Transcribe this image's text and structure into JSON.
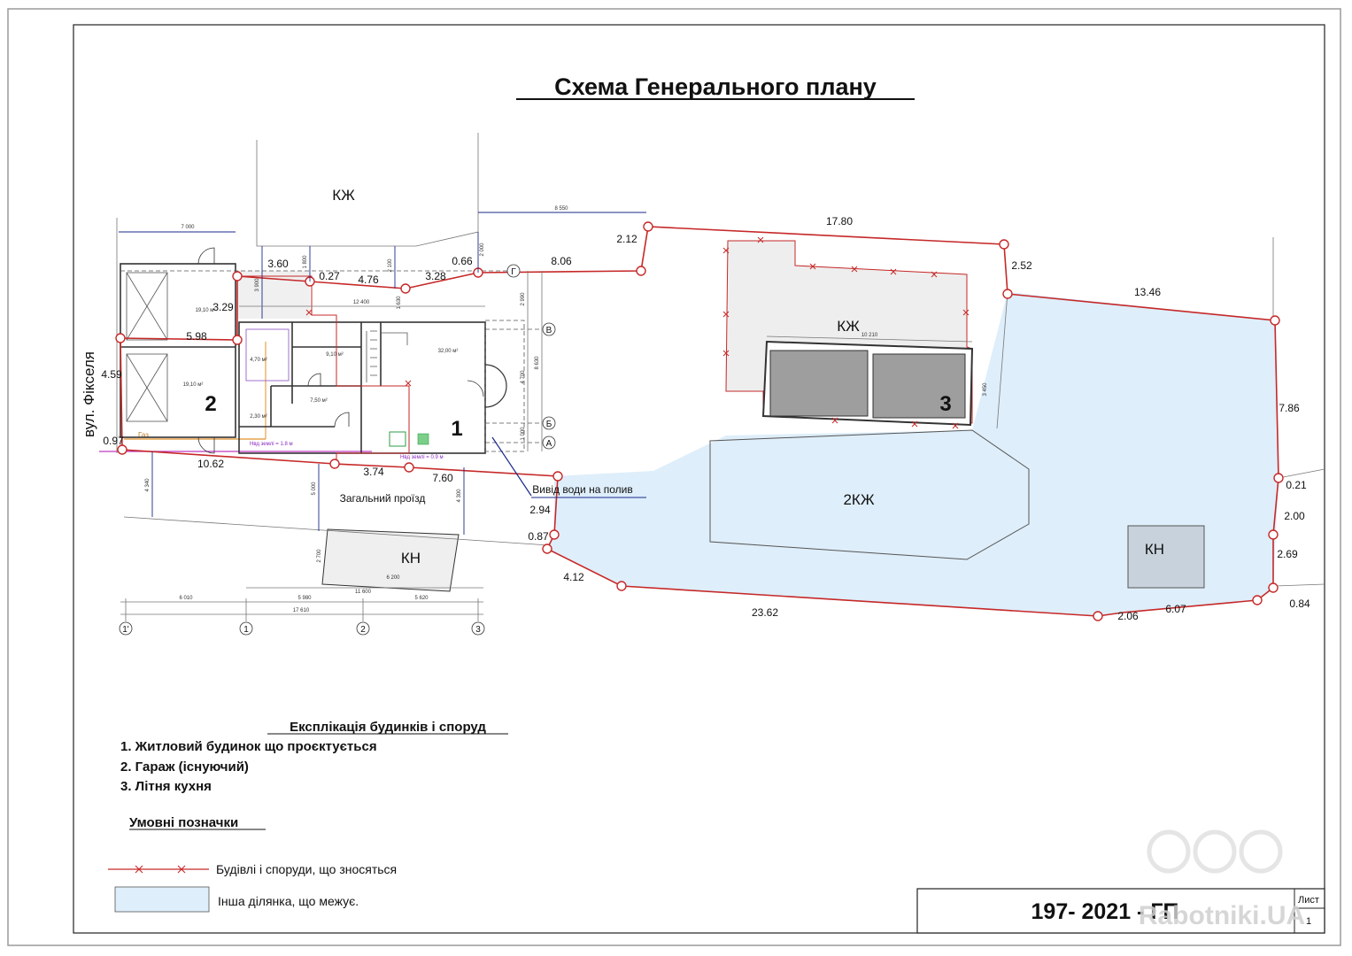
{
  "title": "Схема Генерального плану",
  "zones": {
    "kzh_top": "КЖ",
    "kzh_right": "КЖ",
    "kzh_2": "2КЖ",
    "kn_left": "КН",
    "kn_right": "КН",
    "street": "вул. Фікселя",
    "common_passage": "Загальний проїзд",
    "water_outlet": "Вивід води на полив",
    "gas": "Газ"
  },
  "buildings": {
    "b1": "1",
    "b2": "2",
    "b3": "3"
  },
  "boundary_dims": {
    "d_097": "0.97",
    "d_459": "4.59",
    "d_598": "5.98",
    "d_329": "3.29",
    "d_360": "3.60",
    "d_027": "0.27",
    "d_476": "4.76",
    "d_328": "3.28",
    "d_066": "0.66",
    "d_806": "8.06",
    "d_212": "2.12",
    "d_1780": "17.80",
    "d_252": "2.52",
    "d_1346": "13.46",
    "d_786": "7.86",
    "d_021": "0.21",
    "d_200": "2.00",
    "d_269": "2.69",
    "d_084": "0.84",
    "d_607": "6.07",
    "d_206": "2.06",
    "d_2362": "23.62",
    "d_412": "4.12",
    "d_087": "0.87",
    "d_294": "2.94",
    "d_760": "7.60",
    "d_374": "3.74",
    "d_1062": "10.62"
  },
  "plan_dims": {
    "p_7000": "7 000",
    "p_8550": "8 550",
    "p_12400": "12 400",
    "p_10210": "10 210",
    "p_4340": "4 340",
    "p_5000": "5 000",
    "p_4300": "4 300",
    "p_2700": "2 700",
    "p_6200": "6 200",
    "p_11600": "11 600",
    "p_6010": "6 010",
    "p_5980": "5 980",
    "p_5620": "5 620",
    "p_17610": "17 610",
    "p_3450": "3 450",
    "p_1800": "1 800",
    "p_2100": "2 100",
    "p_2000": "2 000",
    "p_3900": "3 900",
    "p_1630": "1 630",
    "p_2990": "2 990",
    "p_4700": "4 700",
    "p_8630": "8 630",
    "p_1000": "1 000"
  },
  "rooms": {
    "r1": "19,10 м²",
    "r2": "19,10 м²",
    "r3": "9,10 м²",
    "r4": "32,00 м²",
    "r5": "7,50 м²",
    "r6": "2,30 м²",
    "r7": "4,70 м²",
    "r8": "Hвд землі = 1.8 м",
    "r9": "Hвд землі = 0.9 м"
  },
  "axes": {
    "a1p": "1'",
    "a1": "1",
    "a2": "2",
    "a3": "3",
    "aG": "Г",
    "aV": "В",
    "aB": "Б",
    "aA": "А"
  },
  "legend": {
    "heading": "Експлікація будинків і споруд",
    "items": [
      "1. Житловий будинок що проєктується",
      "2. Гараж (існуючий)",
      "3. Літня кухня"
    ],
    "symbols_heading": "Умовні позначки",
    "demolish": "Будівлі і споруди, що зносяться",
    "adjacent": "Інша ділянка, що межує."
  },
  "stamp": {
    "code": "197- 2021 - ГП",
    "sheet_label": "Лист",
    "sheet_no": "1"
  },
  "watermark": "Rabotniki.UA",
  "colors": {
    "boundary": "#c62828",
    "adjacent_fill": "#deeefa",
    "dimension": "#1a2a8a",
    "demolish_fill": "#eeeeee",
    "building_dark": "#9e9e9e"
  }
}
